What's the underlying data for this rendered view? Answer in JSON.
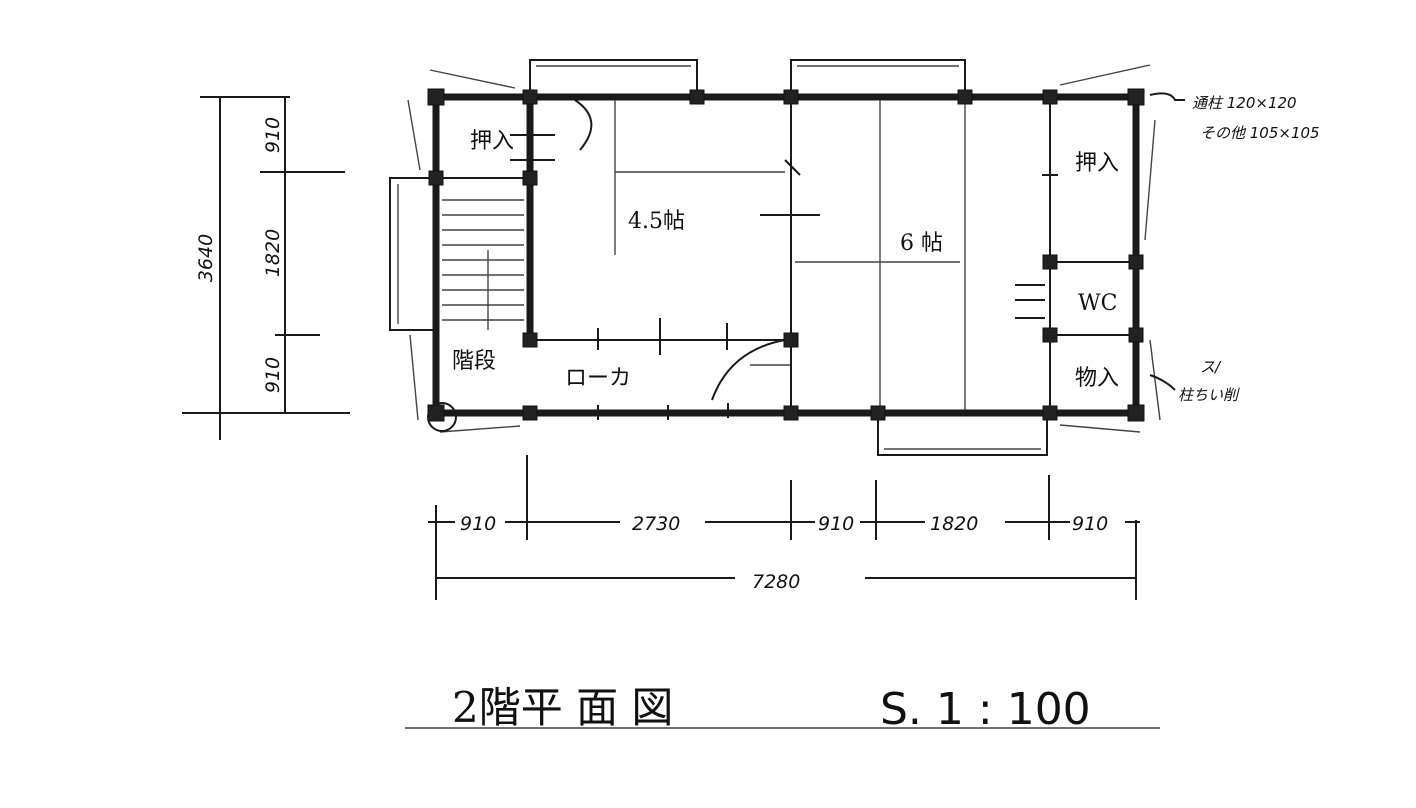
{
  "rooms": {
    "closet_left": "押入",
    "tatami_room_left": "4.5帖",
    "tatami_room_main": "6 帖",
    "closet_right": "押入",
    "toilet": "WC",
    "storage": "物入",
    "stairs": "階段",
    "corridor": "ローカ"
  },
  "notes": {
    "column_size_line1": "通柱 120×120",
    "column_size_line2": "その他 105×105",
    "detail_line1": "ス/",
    "detail_line2": "柱ちい削"
  },
  "dimensions": {
    "horizontal": [
      "910",
      "2730",
      "910",
      "1820",
      "910"
    ],
    "total": "7280",
    "vertical_total": "3640",
    "vertical": [
      "910",
      "1820",
      "910"
    ]
  },
  "title": {
    "main": "2階平 面 図",
    "scale": "S. 1 : 100"
  }
}
